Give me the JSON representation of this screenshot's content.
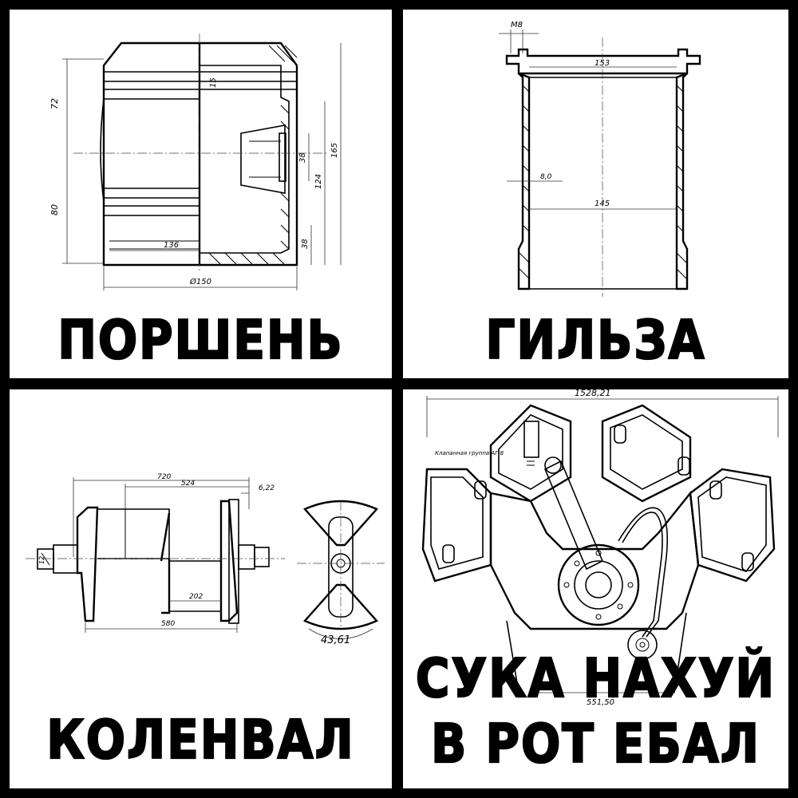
{
  "panels": [
    {
      "caption": "ПОРШЕНЬ",
      "dims": {
        "d72": "72",
        "d80": "80",
        "d15": "15",
        "d38a": "38",
        "d124": "124",
        "d165": "165",
        "d38b": "38",
        "d136": "136",
        "d150": "Ø150"
      }
    },
    {
      "caption": "ГИЛЬЗА",
      "dims": {
        "m8": "M8",
        "d153": "153",
        "d80": "8,0",
        "d145": "145"
      }
    },
    {
      "caption": "КОЛЕНВАЛ",
      "dims": {
        "d720": "720",
        "d524": "524",
        "d622": "6,22",
        "d12": "12",
        "d202": "202",
        "d580": "580",
        "d4361": "43,61"
      }
    },
    {
      "caption_line1": "СУКА НАХУЙ",
      "caption_line2": "В РОТ ЕБАЛ",
      "dims": {
        "d152821": "1528,21",
        "note": "Клапанная группа АГ-8",
        "d55150": "551,50"
      }
    }
  ]
}
